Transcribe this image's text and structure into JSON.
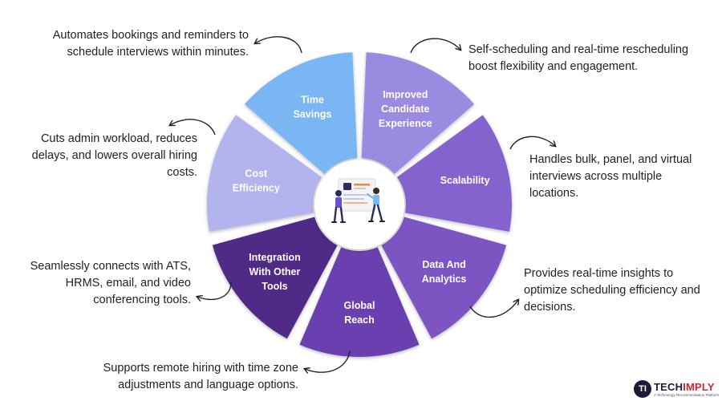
{
  "segments": [
    {
      "id": "time-savings",
      "lines": [
        "Time",
        "Savings"
      ],
      "color": "#7ab6f4"
    },
    {
      "id": "improved-candidate-experience",
      "lines": [
        "Improved",
        "Candidate",
        "Experience"
      ],
      "color": "#9a8ae0"
    },
    {
      "id": "scalability",
      "lines": [
        "Scalability"
      ],
      "color": "#8463cf"
    },
    {
      "id": "data-and-analytics",
      "lines": [
        "Data And",
        "Analytics"
      ],
      "color": "#7b55c3"
    },
    {
      "id": "global-reach",
      "lines": [
        "Global",
        "Reach"
      ],
      "color": "#6a3fb0"
    },
    {
      "id": "integration-with-other-tools",
      "lines": [
        "Integration",
        "With Other",
        "Tools"
      ],
      "color": "#4f2a86"
    },
    {
      "id": "cost-efficiency",
      "lines": [
        "Cost",
        "Efficiency"
      ],
      "color": "#b3b3ee"
    }
  ],
  "descriptions": {
    "time_savings": [
      "Automates bookings and reminders to",
      "schedule interviews within minutes."
    ],
    "improved_candidate_experience": [
      "Self-scheduling and real-time rescheduling",
      "boost flexibility and engagement."
    ],
    "scalability": [
      "Handles bulk, panel, and virtual",
      "interviews across multiple",
      "locations."
    ],
    "data_and_analytics": [
      "Provides real-time insights to",
      "optimize scheduling efficiency and",
      "decisions."
    ],
    "global_reach": [
      "Supports remote hiring with time zone",
      "adjustments and language options."
    ],
    "integration_with_other_tools": [
      "Seamlessly connects with ATS,",
      "HRMS, email, and video",
      "conferencing tools."
    ],
    "cost_efficiency": [
      "Cuts admin workload, reduces",
      "delays, and lowers overall hiring",
      "costs."
    ]
  },
  "brand": {
    "mark": "TI",
    "name_main": "TECH",
    "name_accent": "IMPLY",
    "tagline": "A Technology Recommendation Platform"
  }
}
